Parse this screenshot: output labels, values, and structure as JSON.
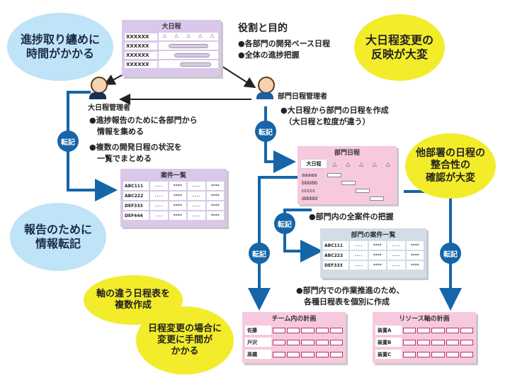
{
  "bubbles": {
    "progress": "進捗取り纏めに\n時間がかかる",
    "change": "大日程変更の\n反映が大変",
    "consistency": "他部署の日程の\n整合性の\n確認が大変",
    "report": "報告のために\n情報転記",
    "multi": "軸の違う日程表を\n複数作成",
    "effort": "日程変更の場合に\n変更に手間が\nかかる"
  },
  "roles": {
    "title": "役割と目的",
    "items": [
      "●各部門の開発ベース日程",
      "●全体の進捗把握"
    ]
  },
  "top_manager": {
    "label": "大日程管理者",
    "items": [
      "●進捗報告のために各部門から\n　情報を集める",
      "●複数の開発日程の状況を\n　一覧でまとめる"
    ]
  },
  "dept_manager": {
    "label": "部門日程管理者",
    "items": [
      "●大日程から部門の日程を作成\n　（大日程と粒度が違う）"
    ]
  },
  "dept_all_cases": "●部門内の全案件の把握",
  "dept_work": "●部門内での作業推進のため、\n　各種日程表を個別に作成",
  "transfer": "転記",
  "master_schedule": {
    "title": "大日程",
    "rows": [
      "XXXXXX",
      "XXXXXX",
      "XXXXXX",
      "XXXXXX"
    ],
    "marks": [
      "△",
      "△",
      "△",
      "△",
      "△"
    ]
  },
  "case_list": {
    "title": "案件一覧",
    "rows": [
      "ABC111",
      "ABC222",
      "DEF333",
      "DEF444"
    ],
    "cols": [
      "････",
      "****",
      "････",
      "****"
    ]
  },
  "dept_schedule": {
    "title": "部門日程",
    "header": "大日程",
    "rows": [
      "aaaaa",
      "bbbbb",
      "ccccc",
      "ddddd"
    ],
    "marks": [
      "△",
      "△",
      "△",
      "△",
      "△"
    ]
  },
  "dept_case_list": {
    "title": "部門の案件一覧",
    "rows": [
      "ABC111",
      "ABC222",
      "DEF333"
    ],
    "cols": [
      "････",
      "****",
      "････",
      "****"
    ]
  },
  "team_plan": {
    "title": "チーム内の計画",
    "rows": [
      "佐藤",
      "戸沢",
      "高橋"
    ]
  },
  "resource_plan": {
    "title": "リソース軸の計画",
    "rows": [
      "装置A",
      "装置B",
      "装置C"
    ]
  },
  "colors": {
    "blue": "#1565a8",
    "lavender": "#d9c8ea",
    "pink": "#f7c9de",
    "grayblue": "#d3dde8",
    "yellow": "#f3ec2a",
    "lightblue": "#bfe3f7"
  }
}
